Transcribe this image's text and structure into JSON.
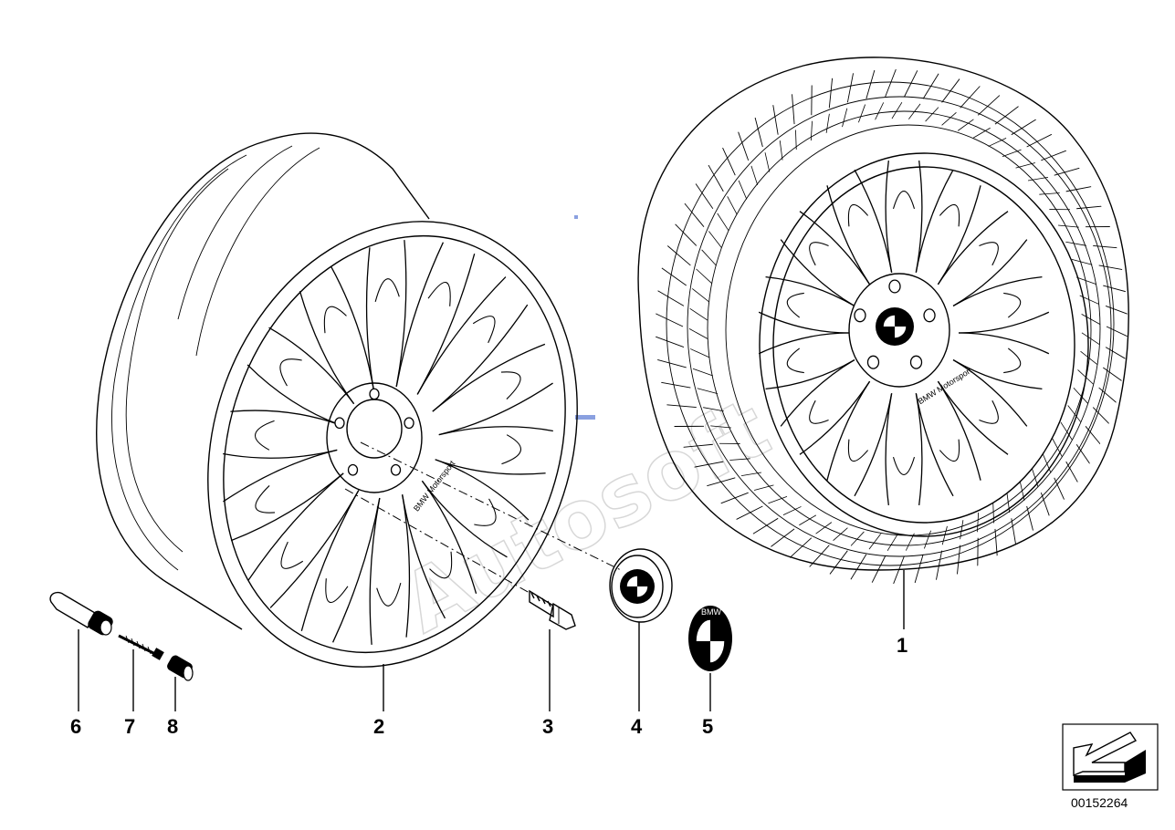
{
  "diagram": {
    "callouts": [
      "1",
      "2",
      "3",
      "4",
      "5",
      "6",
      "7",
      "8"
    ],
    "reference_number": "00152264",
    "rim_text": "BMW Motorsport",
    "emblem_text": "BMW",
    "watermark": "Autosoft"
  }
}
